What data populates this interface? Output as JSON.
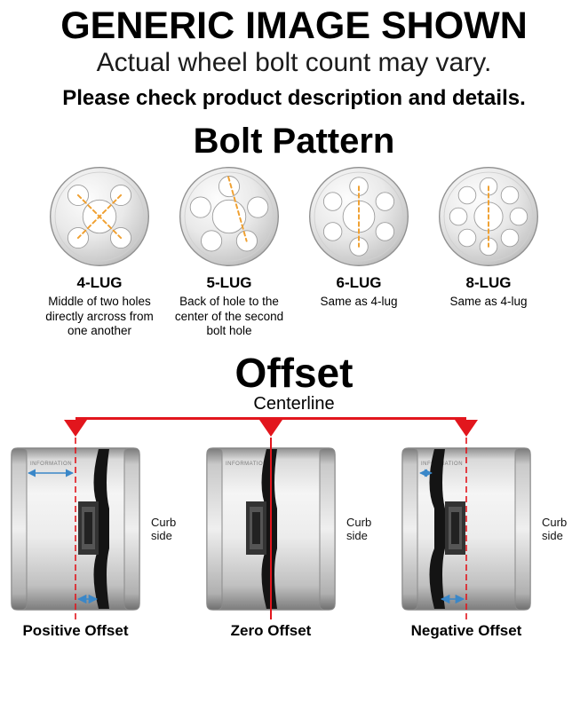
{
  "header": {
    "title": "GENERIC IMAGE SHOWN",
    "subtitle": "Actual wheel bolt count may vary.",
    "note": "Please check product description and details."
  },
  "bolt_pattern": {
    "title": "Bolt Pattern",
    "lugs": [
      {
        "label": "4-LUG",
        "description": "Middle of two holes directly arcross from one another"
      },
      {
        "label": "5-LUG",
        "description": "Back of hole to the center of the second bolt hole"
      },
      {
        "label": "6-LUG",
        "description": "Same as 4-lug"
      },
      {
        "label": "8-LUG",
        "description": "Same as 4-lug"
      }
    ]
  },
  "offset": {
    "title": "Offset",
    "centerline_label": "Centerline",
    "curb_side": "Curb side",
    "wheel_watermark": "INFORMATION",
    "diagrams": [
      {
        "label": "Positive Offset"
      },
      {
        "label": "Zero Offset"
      },
      {
        "label": "Negative Offset"
      }
    ]
  },
  "icons": {
    "centerline_pointer": "triangle-down",
    "measure_line_style": "dashed-orange",
    "offset_arrow_style": "double-headed-blue"
  },
  "colors": {
    "red": "#e2161d",
    "orange": "#f0a030",
    "blue": "#3a87c8",
    "wheel_gray": "#e9e9e9"
  }
}
